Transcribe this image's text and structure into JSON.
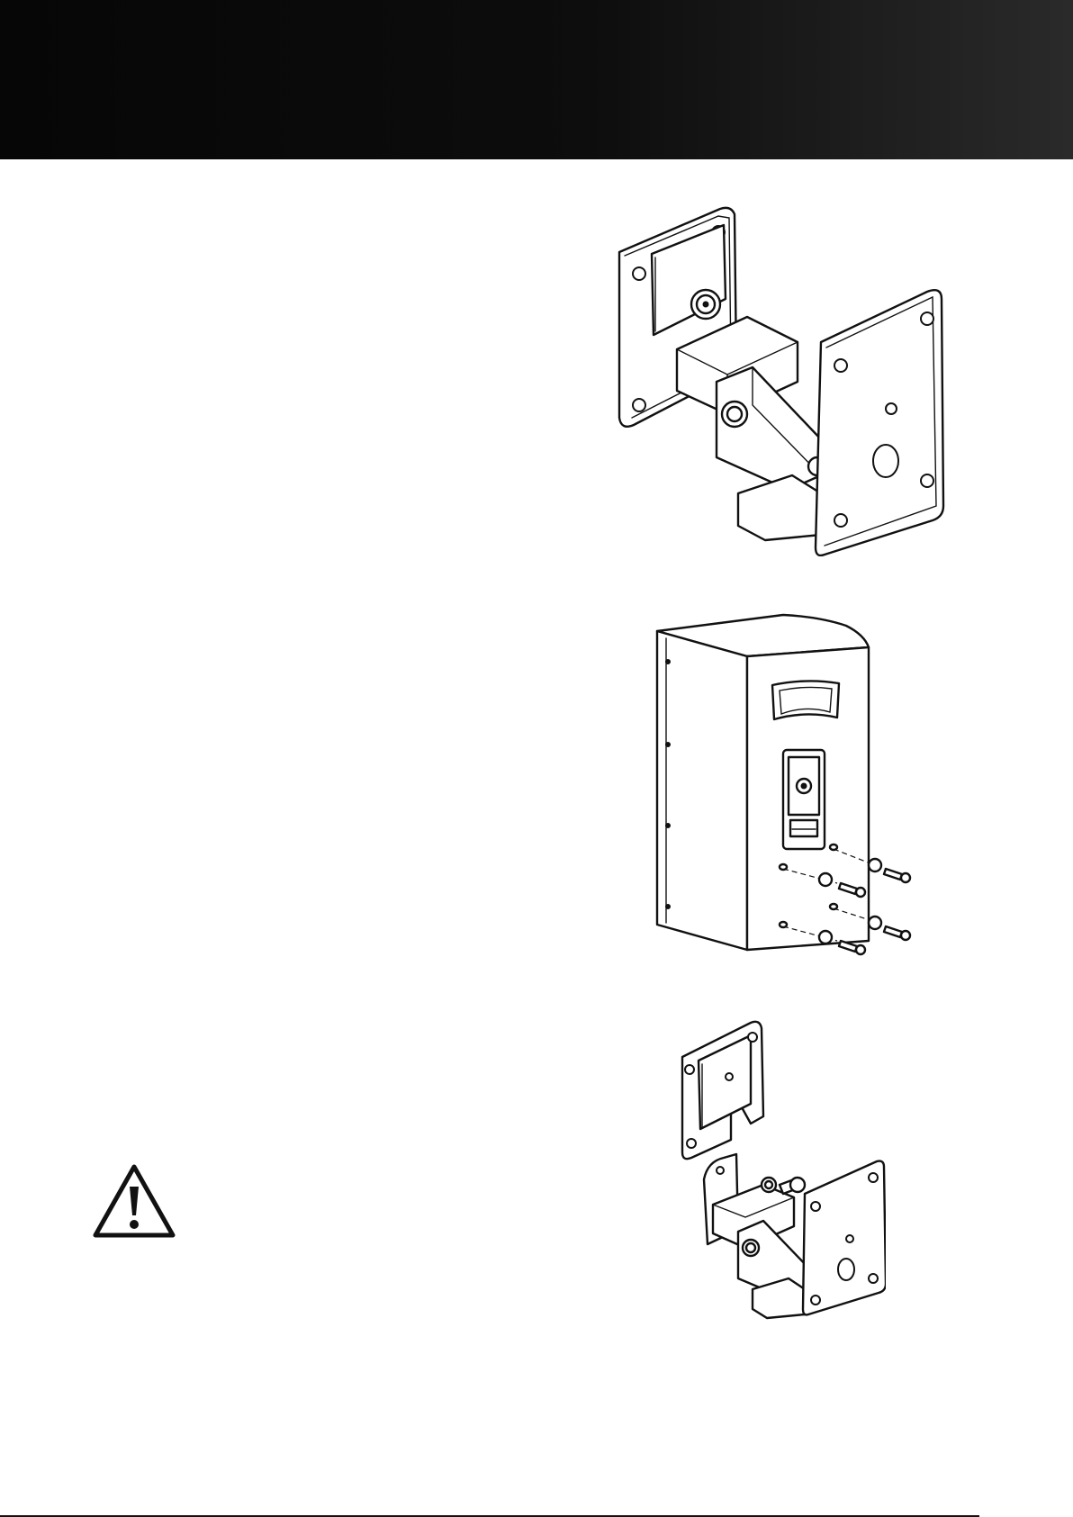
{
  "page": {
    "header_color": "#0d0d0d",
    "accent": "#111111"
  },
  "figures": [
    {
      "id": "wall-bracket",
      "icon": "wall-bracket-illustration"
    },
    {
      "id": "speaker-rear",
      "icon": "speaker-rear-illustration"
    },
    {
      "id": "bracket-assembly",
      "icon": "bracket-assembly-illustration"
    }
  ],
  "warning": {
    "icon": "warning-triangle-icon"
  }
}
